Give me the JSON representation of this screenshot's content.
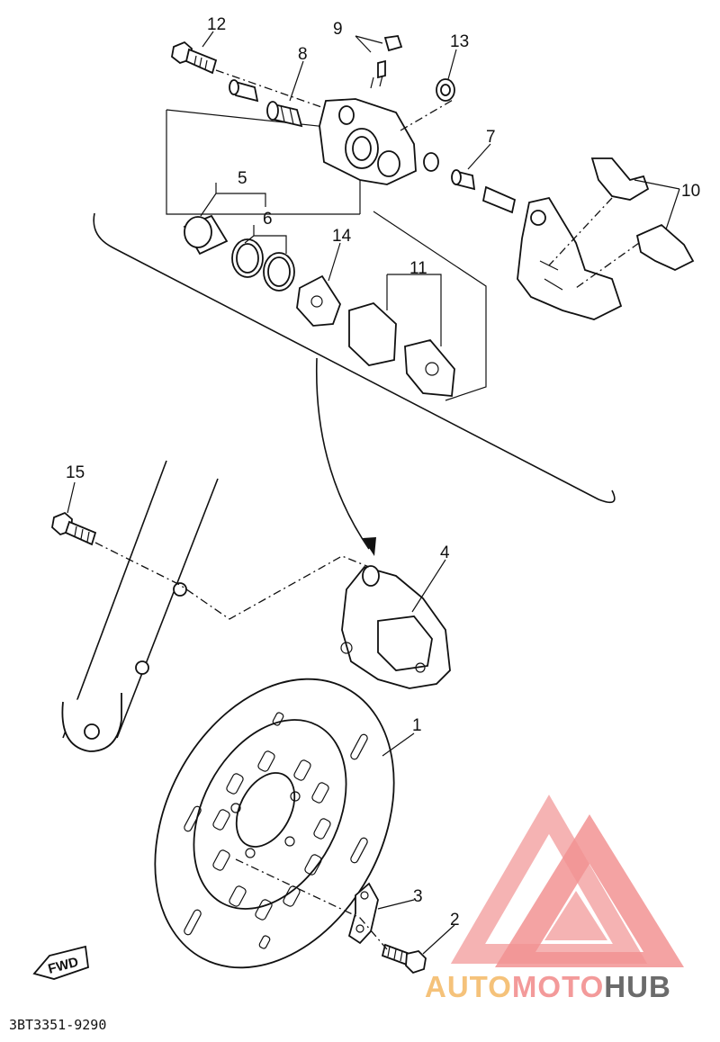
{
  "callouts": {
    "c1": "1",
    "c2": "2",
    "c3": "3",
    "c4": "4",
    "c5": "5",
    "c6": "6",
    "c7": "7",
    "c8": "8",
    "c9": "9",
    "c10": "10",
    "c11": "11",
    "c12": "12",
    "c13": "13",
    "c14": "14",
    "c15": "15"
  },
  "direction_badge": "FWD",
  "diagram_code": "3BT3351-9290",
  "watermark": {
    "part1": "AUTO",
    "part2": "MOTO",
    "part3": "HUB",
    "colors": {
      "auto": "#f5c27a",
      "moto": "#f39a9a",
      "hub": "#6b6b6b",
      "triangle": "#f08080"
    }
  }
}
